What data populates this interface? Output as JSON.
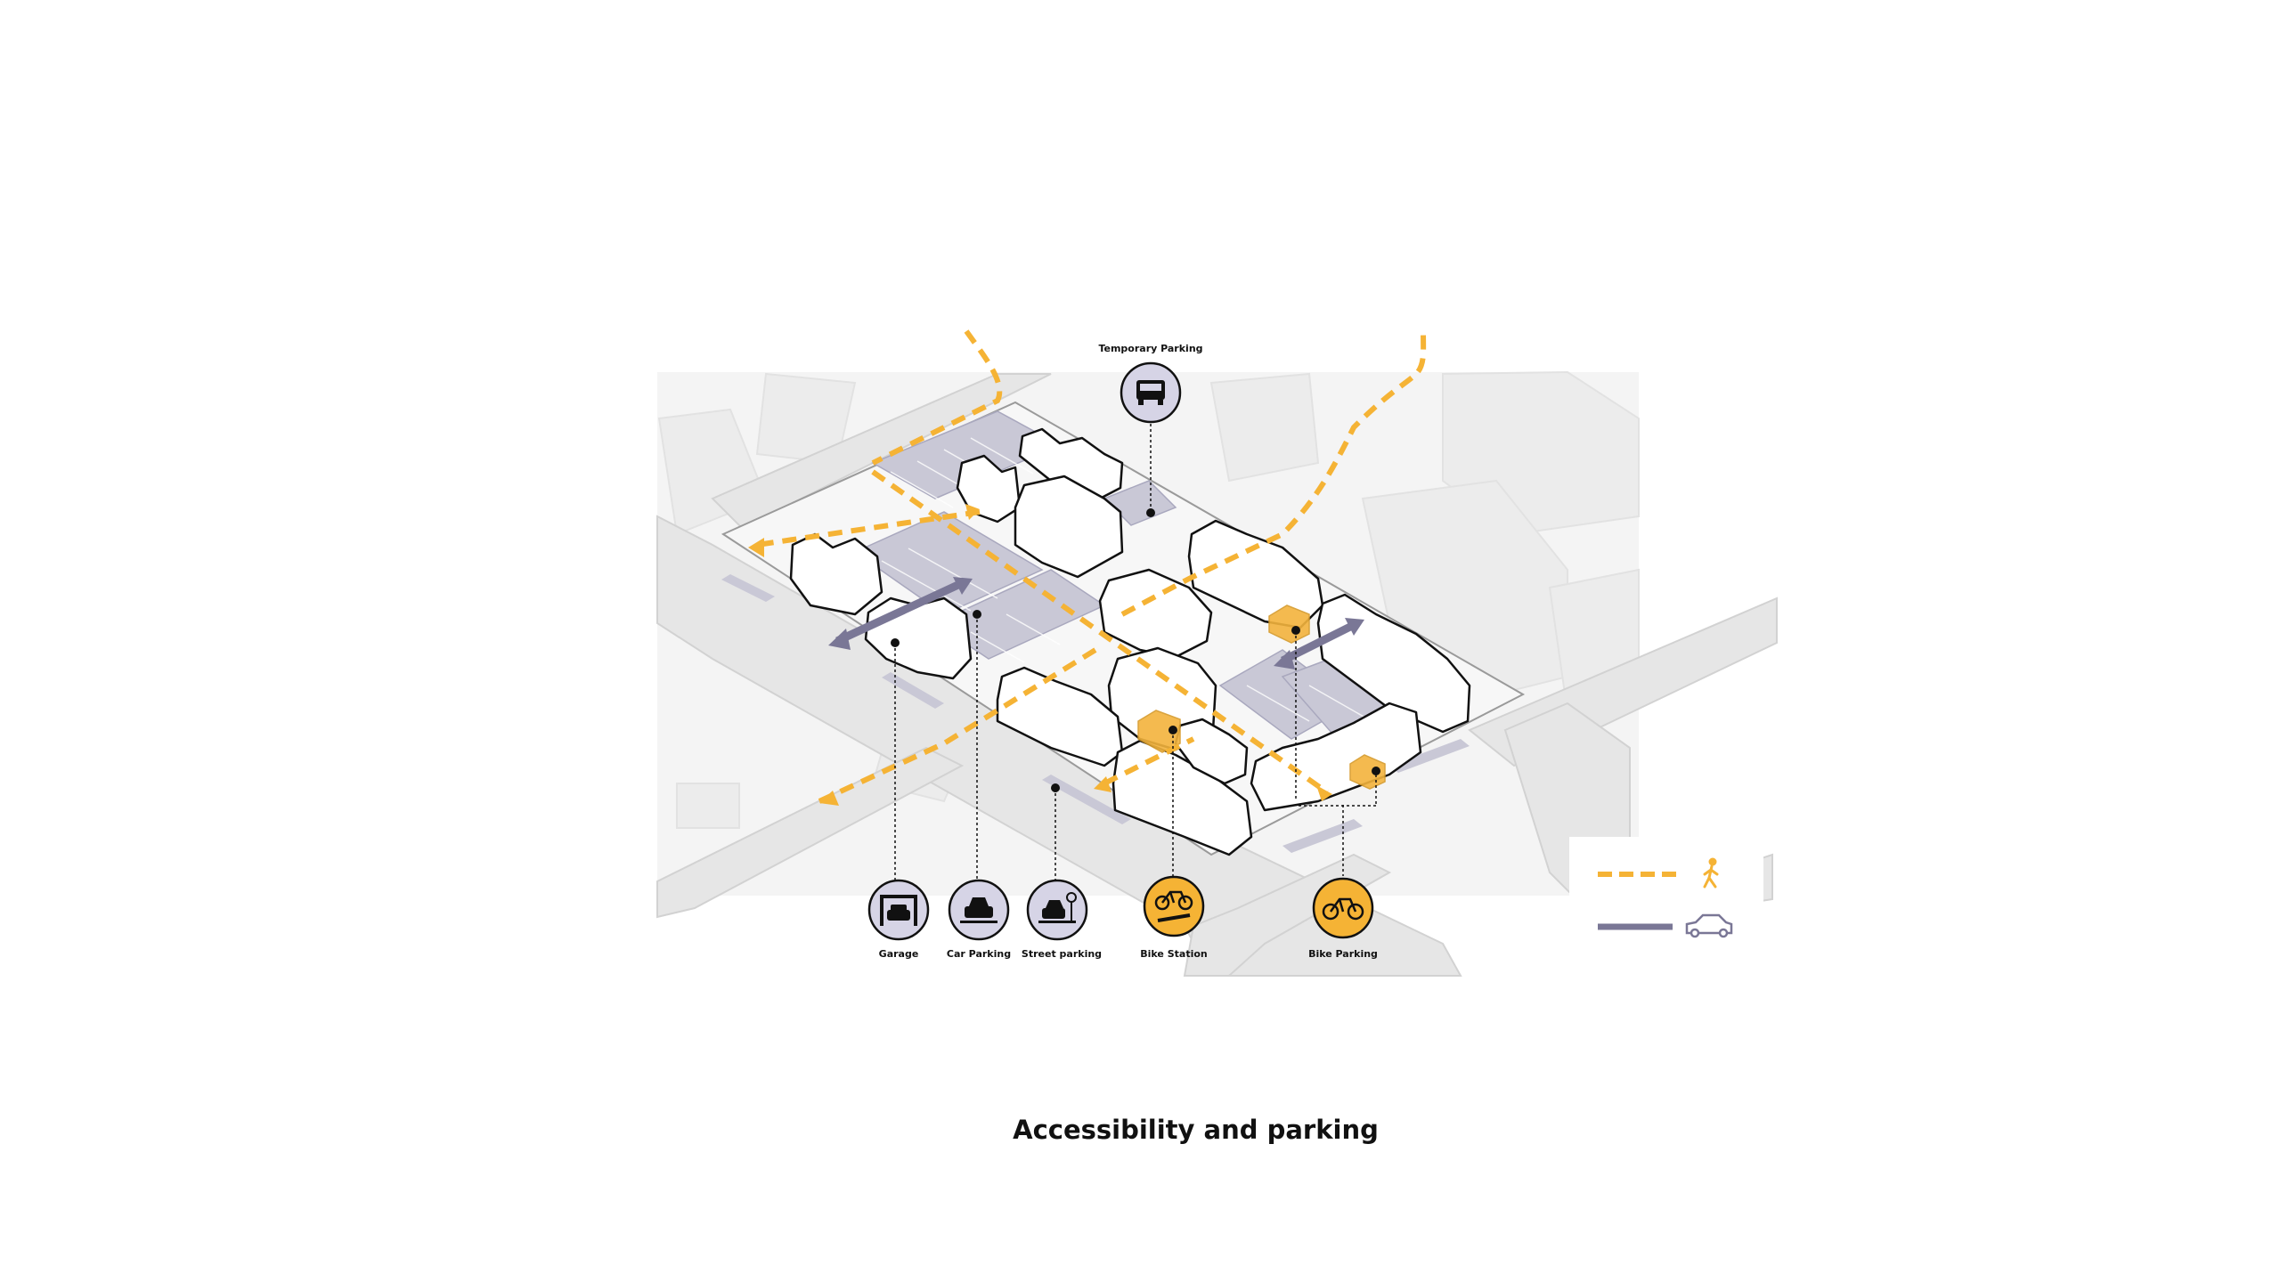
{
  "caption": "Accessibility and parking",
  "colors": {
    "pedestrian": "#f5b335",
    "car": "#7a7796",
    "parking_fill": "#c9c8d6",
    "building_highlight": "#f3b33d",
    "street": "#e9e9e9",
    "icon_purple": "#d6d4e6",
    "icon_orange": "#f5b335"
  },
  "poi": {
    "temporary_parking": {
      "label": "Temporary Parking",
      "icon": "truck-icon"
    },
    "garage": {
      "label": "Garage",
      "icon": "garage-car-icon"
    },
    "car_parking": {
      "label": "Car Parking",
      "icon": "car-icon"
    },
    "street_parking": {
      "label": "Street parking",
      "icon": "parking-meter-car-icon"
    },
    "bike_station": {
      "label": "Bike Station",
      "icon": "bike-wrench-icon"
    },
    "bike_parking": {
      "label": "Bike Parking",
      "icon": "bike-icon"
    }
  },
  "legend": [
    {
      "icon": "pedestrian-icon",
      "line": "dashed-orange"
    },
    {
      "icon": "car-side-icon",
      "line": "solid-purple"
    }
  ]
}
